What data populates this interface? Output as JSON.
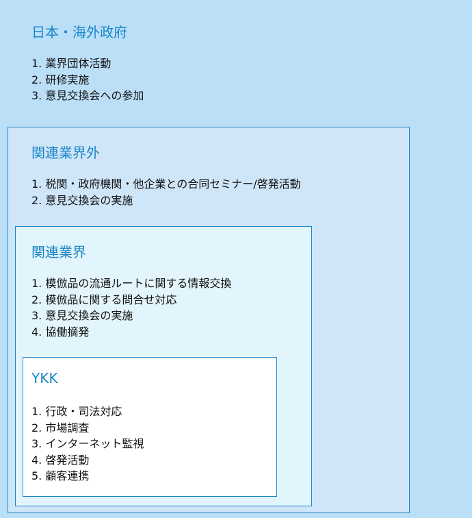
{
  "sections": [
    {
      "title": "日本・海外政府",
      "items": [
        "1. 業界団体活動",
        "2. 研修実施",
        "3. 意見交換会への参加"
      ]
    },
    {
      "title": "関連業界外",
      "items": [
        "1. 税関・政府機関・他企業との合同セミナー/啓発活動",
        "2. 意見交換会の実施"
      ]
    },
    {
      "title": "関連業界",
      "items": [
        "1. 模倣品の流通ルートに関する情報交換",
        "2. 模倣品に関する問合せ対応",
        "3. 意見交換会の実施",
        "4. 協働摘発"
      ]
    },
    {
      "title": "YKK",
      "items": [
        "1. 行政・司法対応",
        "2. 市場調査",
        "3. インターネット監視",
        "4. 啓発活動",
        "5. 顧客連携"
      ]
    }
  ]
}
